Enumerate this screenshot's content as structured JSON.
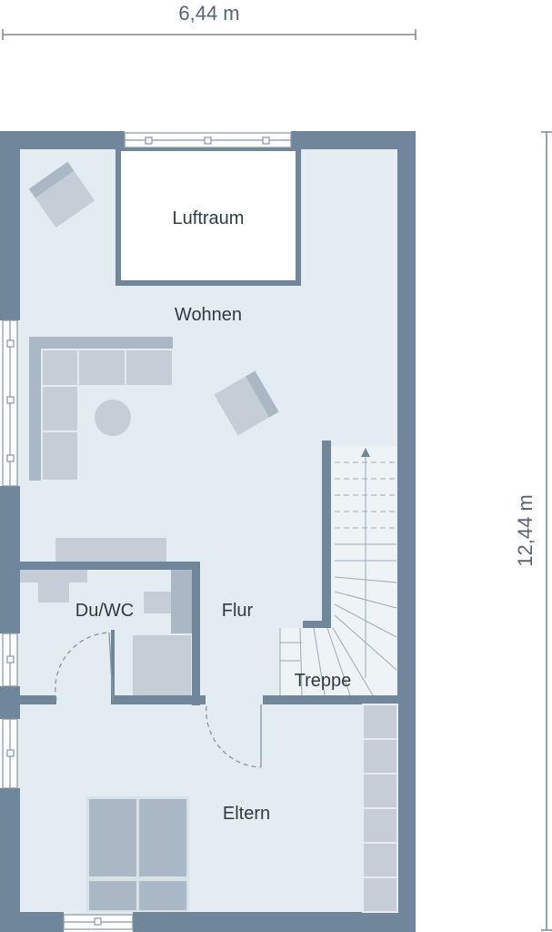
{
  "dimensions": {
    "width": "6,44 m",
    "height": "12,44 m"
  },
  "rooms": {
    "luftraum": "Luftraum",
    "wohnen": "Wohnen",
    "duwc": "Du/WC",
    "flur": "Flur",
    "treppe": "Treppe",
    "eltern": "Eltern"
  },
  "colors": {
    "wall": "#6f869b",
    "floor": "#e3ecf0",
    "furniture": "#c5ced6",
    "furniture_dark": "#a9b8c4",
    "dimension_line": "#7c8794",
    "stair_line": "#9aaab8"
  }
}
